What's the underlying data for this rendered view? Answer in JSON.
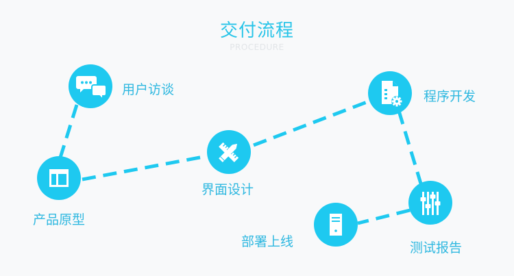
{
  "header": {
    "title": "交付流程",
    "subtitle": "PROCEDURE"
  },
  "steps": [
    {
      "key": "interview",
      "label": "用户访谈",
      "icon": "chat-bubbles-icon"
    },
    {
      "key": "prototype",
      "label": "产品原型",
      "icon": "layout-icon"
    },
    {
      "key": "ui-design",
      "label": "界面设计",
      "icon": "ruler-pencil-icon"
    },
    {
      "key": "development",
      "label": "程序开发",
      "icon": "document-gear-icon"
    },
    {
      "key": "testing",
      "label": "测试报告",
      "icon": "sliders-icon"
    },
    {
      "key": "deployment",
      "label": "部署上线",
      "icon": "server-icon"
    }
  ],
  "colors": {
    "node": "#1ec9f0",
    "line": "#1ec9f0",
    "title": "#27c4e8",
    "label": "#2fb8e0",
    "background": "#f8f9fa"
  }
}
